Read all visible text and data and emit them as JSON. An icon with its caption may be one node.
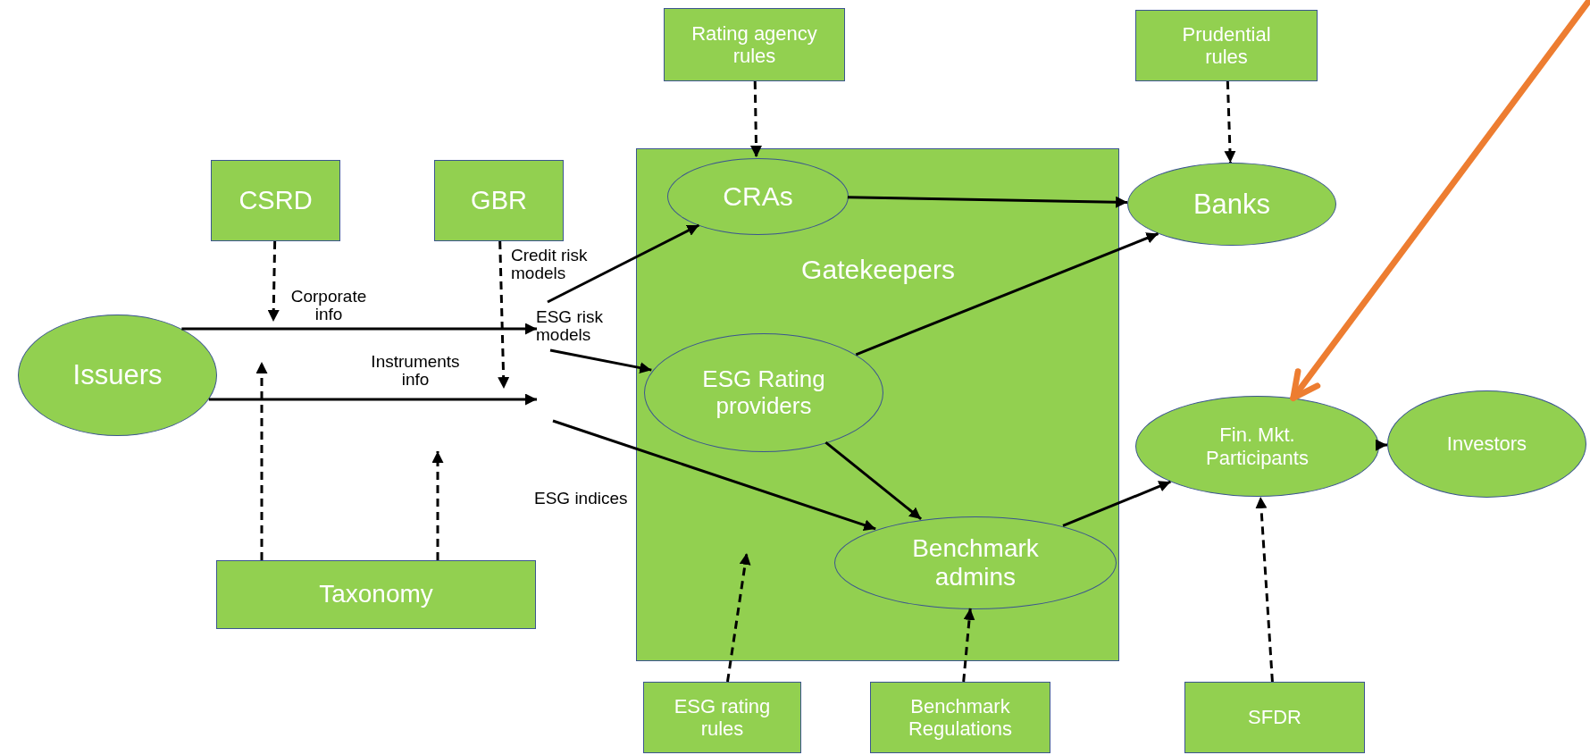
{
  "diagram": {
    "nodes": [
      {
        "text": [
          "Issuers"
        ]
      },
      {
        "text": [
          "CSRD"
        ]
      },
      {
        "text": [
          "GBR"
        ]
      },
      {
        "text": [
          "Rating agency rules"
        ]
      },
      {
        "text": [
          "Prudential rules"
        ]
      },
      {
        "text": [
          "Gatekeepers"
        ]
      },
      {
        "text": [
          "CRAs"
        ],
        "in": 5
      },
      {
        "text": [
          "ESG Rating providers"
        ],
        "in": 5
      },
      {
        "text": [
          "Benchmark admins"
        ],
        "in": 5
      },
      {
        "text": [
          "Banks"
        ]
      },
      {
        "text": [
          "Fin. Mkt. Participants"
        ]
      },
      {
        "text": [
          "Investors"
        ]
      },
      {
        "text": [
          "Taxonomy"
        ]
      },
      {
        "text": [
          "ESG rating rules"
        ]
      },
      {
        "text": [
          "Benchmark Regulations"
        ]
      },
      {
        "text": [
          "SFDR"
        ]
      }
    ],
    "edges": [
      {
        "from": 0,
        "to": null,
        "arrow": "to",
        "label": "Corporate info"
      },
      {
        "from": 0,
        "to": null,
        "arrow": "to",
        "label": "Instruments info"
      },
      {
        "from": null,
        "to": 6,
        "arrow": "to",
        "label": "Credit risk models"
      },
      {
        "from": null,
        "to": 7,
        "arrow": "to",
        "label": "ESG risk models"
      },
      {
        "from": null,
        "to": 8,
        "arrow": "to",
        "label": "ESG indices"
      },
      {
        "from": 1,
        "to": null,
        "arrow": "to",
        "style": "dashed"
      },
      {
        "from": 2,
        "to": null,
        "arrow": "to",
        "style": "dashed"
      },
      {
        "from": 12,
        "to": null,
        "arrow": "to",
        "style": "dashed"
      },
      {
        "from": 12,
        "to": null,
        "arrow": "to",
        "style": "dashed"
      },
      {
        "from": 3,
        "to": 6,
        "arrow": "to",
        "style": "dashed"
      },
      {
        "from": 4,
        "to": 9,
        "arrow": "to",
        "style": "dashed"
      },
      {
        "from": 6,
        "to": 9,
        "arrow": "to"
      },
      {
        "from": 7,
        "to": 9,
        "arrow": "to"
      },
      {
        "from": 7,
        "to": 8,
        "arrow": "to"
      },
      {
        "from": 8,
        "to": 10,
        "arrow": "to"
      },
      {
        "from": 10,
        "to": 11,
        "arrow": "to"
      },
      {
        "from": 13,
        "to": null,
        "arrow": "to",
        "style": "dashed"
      },
      {
        "from": 14,
        "to": 8,
        "arrow": "to",
        "style": "dashed"
      },
      {
        "from": 15,
        "to": 10,
        "arrow": "to",
        "style": "dashed"
      },
      {
        "from": null,
        "to": 10,
        "arrow": "to",
        "style": "thick",
        "color": "#ed7d31"
      }
    ]
  }
}
